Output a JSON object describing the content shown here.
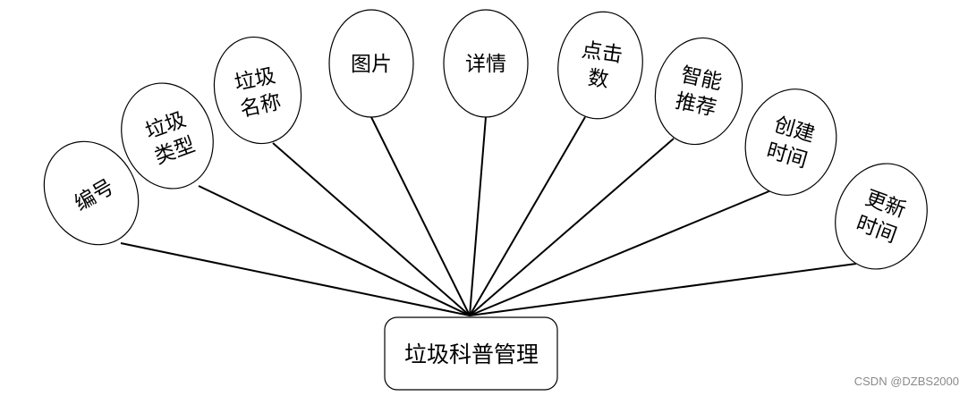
{
  "entity": {
    "label": "垃圾科普管理"
  },
  "attributes": [
    {
      "id": "id",
      "lines": [
        "编号"
      ]
    },
    {
      "id": "type",
      "lines": [
        "垃圾",
        "类型"
      ]
    },
    {
      "id": "name",
      "lines": [
        "垃圾",
        "名称"
      ]
    },
    {
      "id": "image",
      "lines": [
        "图片"
      ]
    },
    {
      "id": "detail",
      "lines": [
        "详情"
      ]
    },
    {
      "id": "clicks",
      "lines": [
        "点击",
        "数"
      ]
    },
    {
      "id": "recommend",
      "lines": [
        "智能",
        "推荐"
      ]
    },
    {
      "id": "created",
      "lines": [
        "创建",
        "时间"
      ]
    },
    {
      "id": "updated",
      "lines": [
        "更新",
        "时间"
      ]
    }
  ],
  "watermark": "CSDN @DZBS2000"
}
